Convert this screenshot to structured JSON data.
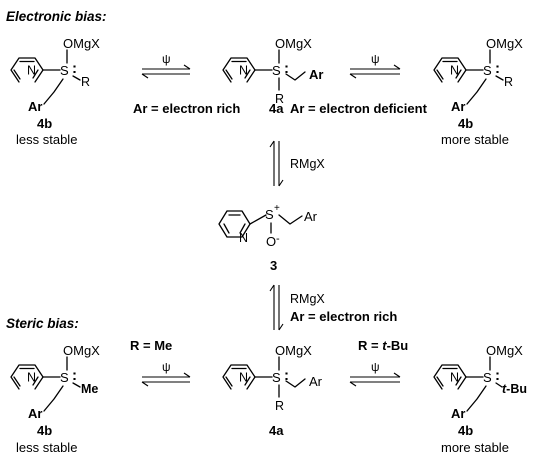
{
  "sections": {
    "electronic_title": "Electronic bias:",
    "steric_title": "Steric bias:"
  },
  "atoms": {
    "N": "N",
    "S": "S",
    "O": "O",
    "OMgX": "OMgX",
    "R": "R",
    "Ar": "Ar",
    "Me": "Me",
    "tBu_t": "t",
    "tBu_rest": "-Bu",
    "plus": "+",
    "minus": "-",
    "dots": ":"
  },
  "electronic": {
    "left_label": "4b",
    "left_caption": "less stable",
    "arrow1_label": "ψ",
    "arrow2_label": "ψ",
    "cond1": "Ar = electron rich",
    "center_label": "4a",
    "cond2": "Ar = electron deficient",
    "right_label": "4b",
    "right_caption": "more stable"
  },
  "middle": {
    "reagent_top": "RMgX",
    "compound_label": "3",
    "reagent_bottom": "RMgX",
    "reagent_bottom_cond": "Ar = electron rich"
  },
  "steric": {
    "cond_left": "R = Me",
    "cond_right_prefix": "R = ",
    "cond_right_t": "t",
    "cond_right_rest": "-Bu",
    "arrow1_label": "ψ",
    "arrow2_label": "ψ",
    "left_label": "4b",
    "left_caption": "less stable",
    "center_label": "4a",
    "right_label": "4b",
    "right_caption": "more stable"
  }
}
